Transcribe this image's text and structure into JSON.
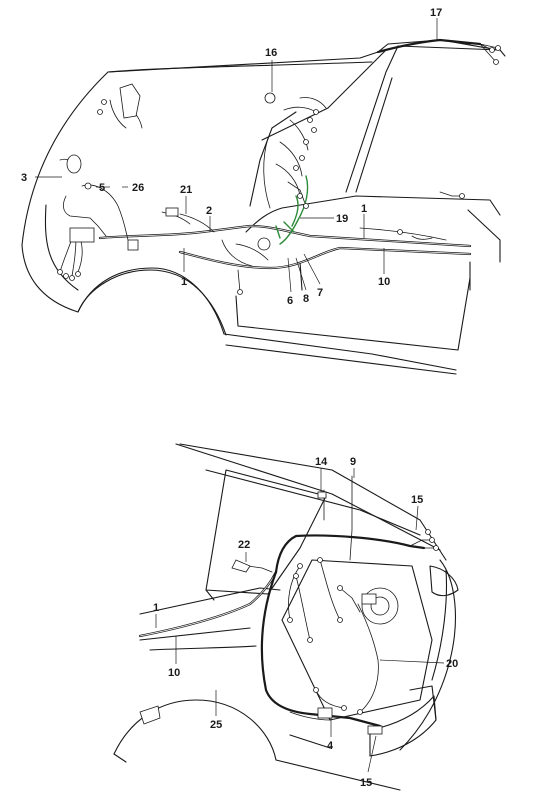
{
  "callouts": {
    "n1a": "1",
    "n1b": "1",
    "n1c": "1",
    "n2": "2",
    "n3": "3",
    "n4": "4",
    "n5": "5",
    "n6": "6",
    "n7": "7",
    "n8": "8",
    "n9": "9",
    "n10a": "10",
    "n10b": "10",
    "n14": "14",
    "n15a": "15",
    "n15b": "15",
    "n16": "16",
    "n17": "17",
    "n19": "19",
    "n20": "20",
    "n21": "21",
    "n22": "22",
    "n25": "25",
    "n26": "26"
  },
  "colors": {
    "line": "#1a1a1a",
    "highlight": "#2e8b3a",
    "background": "#ffffff"
  }
}
